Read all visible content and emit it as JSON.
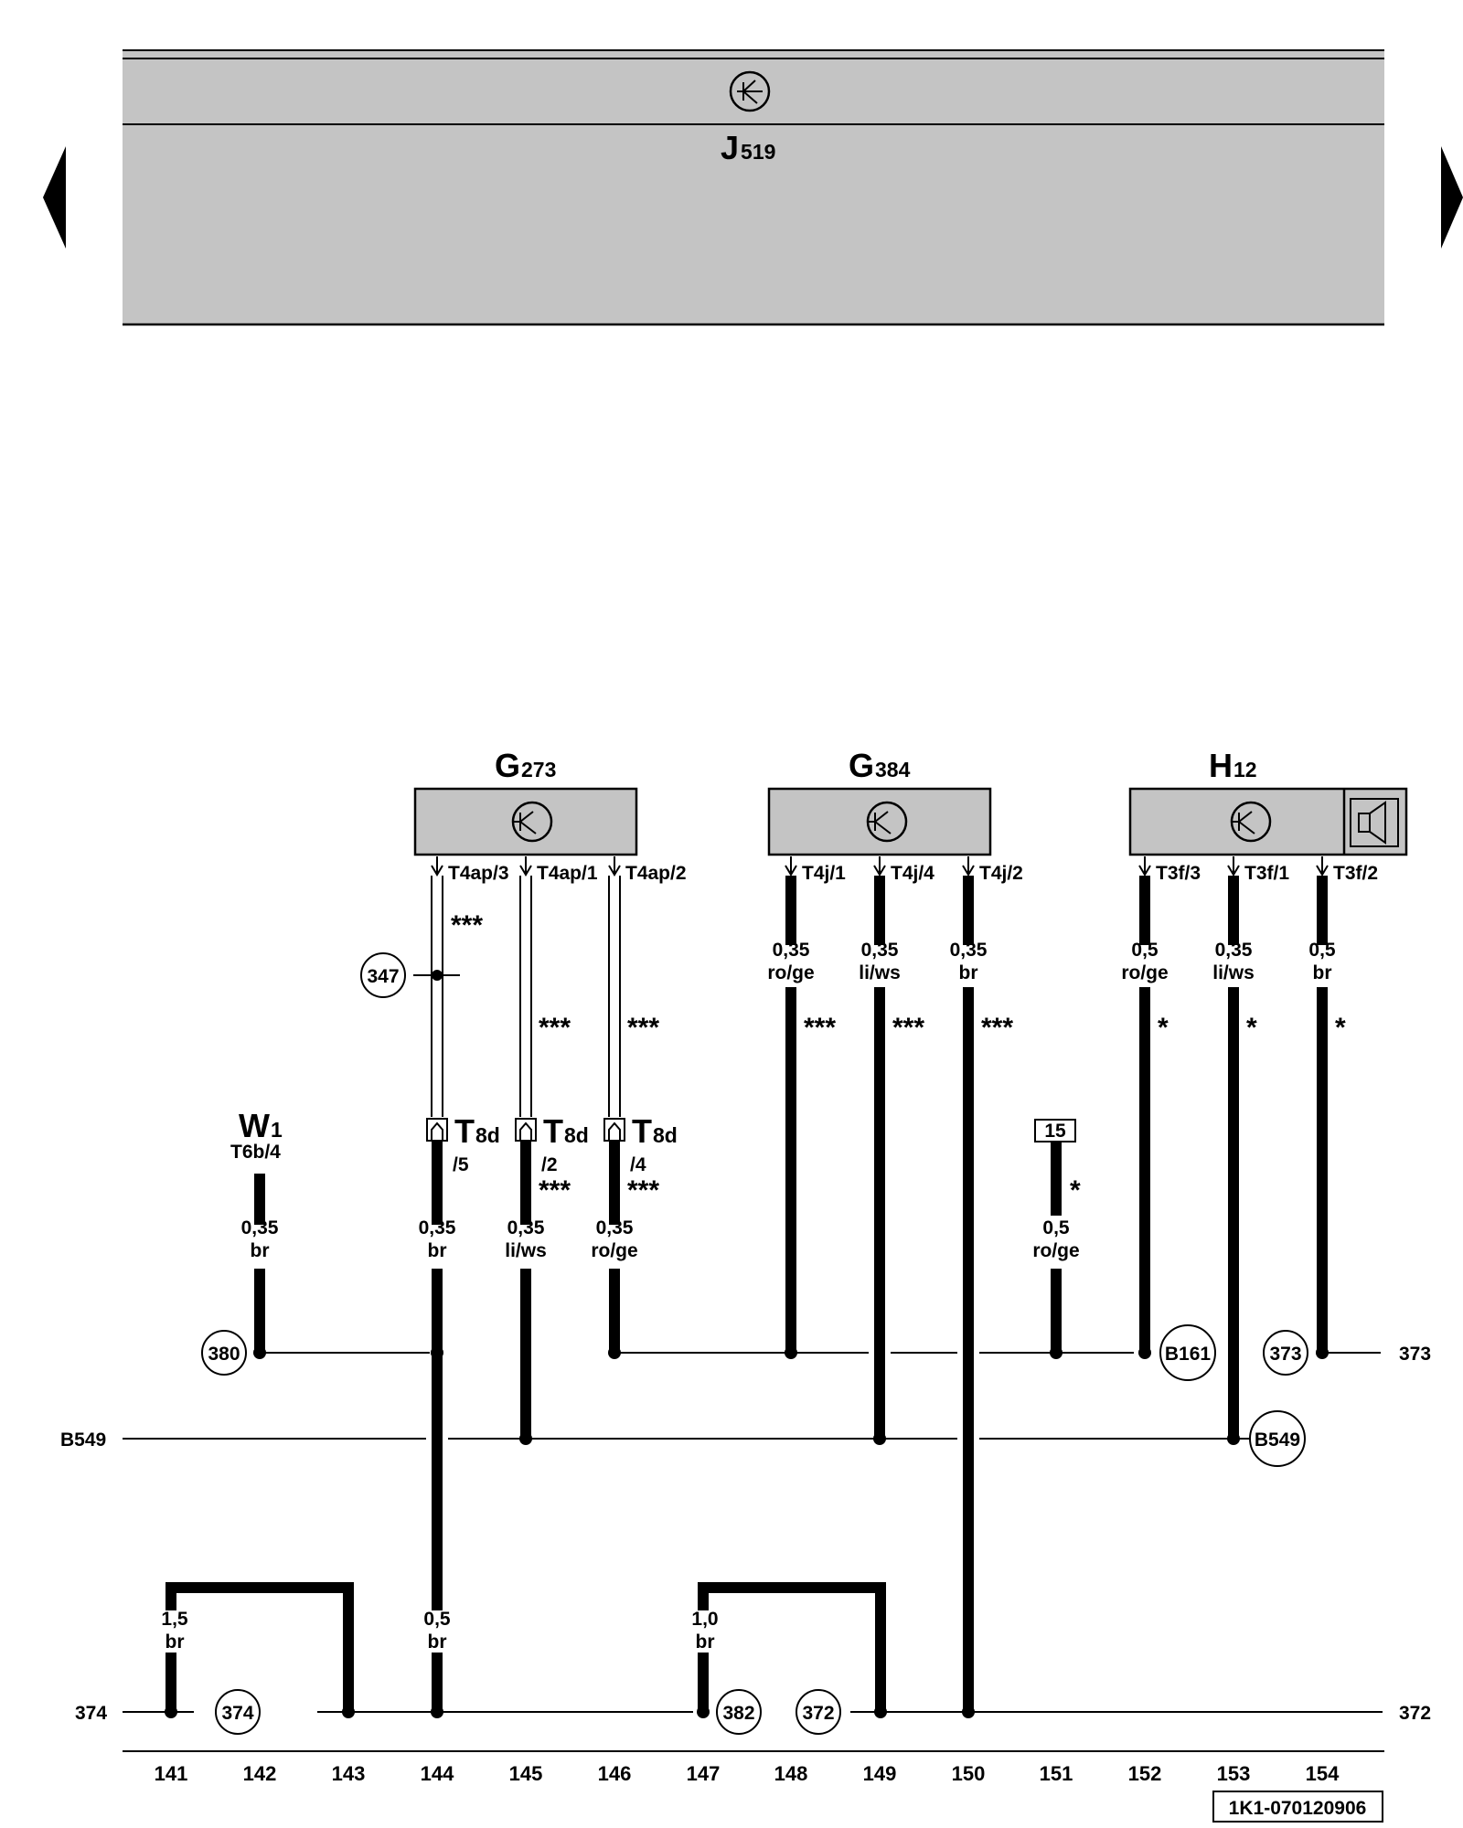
{
  "control_unit": {
    "name": "J",
    "sub": "519"
  },
  "nav": {
    "prev": "previous-page",
    "next": "next-page"
  },
  "components": [
    {
      "name": "G",
      "sub": "273",
      "pins": [
        "T4ap/3",
        "T4ap/1",
        "T4ap/2"
      ]
    },
    {
      "name": "G",
      "sub": "384",
      "pins": [
        "T4j/1",
        "T4j/4",
        "T4j/2"
      ]
    },
    {
      "name": "H",
      "sub": "12",
      "pins": [
        "T3f/3",
        "T3f/1",
        "T3f/2"
      ]
    }
  ],
  "w1": {
    "name": "W",
    "sub": "1",
    "pin": "T6b/4",
    "gauge": "0,35",
    "color": "br"
  },
  "wires_upper": [
    {
      "gauge": "0,35",
      "color": "ro/ge"
    },
    {
      "gauge": "0,35",
      "color": "li/ws"
    },
    {
      "gauge": "0,35",
      "color": "br"
    },
    {
      "gauge": "0,5",
      "color": "ro/ge"
    },
    {
      "gauge": "0,35",
      "color": "li/ws"
    },
    {
      "gauge": "0,5",
      "color": "br"
    }
  ],
  "wires_lower": [
    {
      "gauge": "0,35",
      "color": "br"
    },
    {
      "gauge": "0,35",
      "color": "li/ws"
    },
    {
      "gauge": "0,35",
      "color": "ro/ge"
    },
    {
      "gauge": "0,5",
      "color": "ro/ge"
    }
  ],
  "connectors": [
    {
      "name": "T",
      "sub": "8d",
      "pin": "/5"
    },
    {
      "name": "T",
      "sub": "8d",
      "pin": "/2"
    },
    {
      "name": "T",
      "sub": "8d",
      "pin": "/4"
    }
  ],
  "terminal_15": "15",
  "asterisks": {
    "triple": "***",
    "single": "*"
  },
  "ground_wires": [
    {
      "gauge": "1,5",
      "color": "br"
    },
    {
      "gauge": "0,5",
      "color": "br"
    },
    {
      "gauge": "1,0",
      "color": "br"
    }
  ],
  "circles": {
    "c347": "347",
    "c380": "380",
    "cB161": "B161",
    "c373": "373",
    "cB549": "B549",
    "c374": "374",
    "c382": "382",
    "c372": "372"
  },
  "side_labels": {
    "right_373": "373",
    "left_B549": "B549",
    "left_374": "374",
    "right_372": "372"
  },
  "column_numbers": [
    "141",
    "142",
    "143",
    "144",
    "145",
    "146",
    "147",
    "148",
    "149",
    "150",
    "151",
    "152",
    "153",
    "154"
  ],
  "drawing_id": "1K1-070120906",
  "colors": {
    "panel": "#c4c4c4",
    "line": "#000000",
    "background": "#ffffff"
  }
}
